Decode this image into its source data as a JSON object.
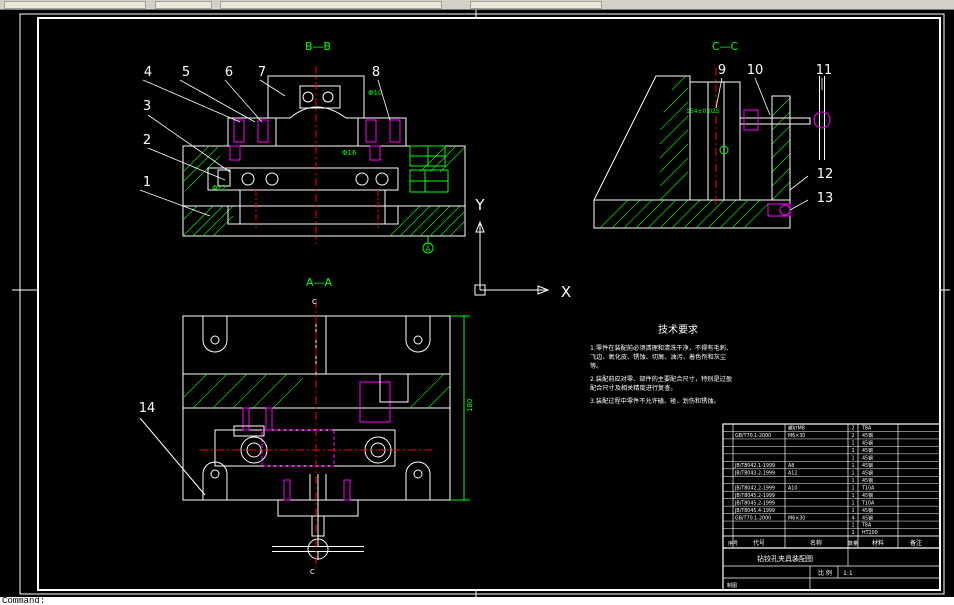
{
  "views": {
    "bb": "B—B",
    "cc": "C—C",
    "aa": "A—A"
  },
  "balloons": {
    "n1": "1",
    "n2": "2",
    "n3": "3",
    "n4": "4",
    "n5": "5",
    "n6": "6",
    "n7": "7",
    "n8": "8",
    "n9": "9",
    "n10": "10",
    "n11": "11",
    "n12": "12",
    "n13": "13",
    "n14": "14"
  },
  "axes": {
    "x": "X",
    "y": "Y"
  },
  "datum": {
    "a": "A"
  },
  "tech": {
    "title": "技术要求",
    "line1": "1.零件在装配前必须清理和清洗干净，不得有毛刺、",
    "line2": "飞边、氧化皮、锈蚀、切屑、油污、着色剂和灰尘",
    "line3": "等。",
    "line4": "2.装配前应对零、部件的主要配合尺寸，特别是过盈",
    "line5": "配合尺寸及相关精度进行复查。",
    "line6": "3.装配过程中零件不允许磕、碰、划伤和锈蚀。"
  },
  "bom": {
    "rows": [
      [
        "",
        "",
        "螺钉M8",
        "2",
        "T8A",
        ""
      ],
      [
        "",
        "GB/T70.1-2000",
        "M6×30",
        "2",
        "45钢",
        ""
      ],
      [
        "",
        "",
        "",
        "1",
        "45钢",
        ""
      ],
      [
        "",
        "",
        "",
        "1",
        "45钢",
        ""
      ],
      [
        "",
        "",
        "",
        "1",
        "45钢",
        ""
      ],
      [
        "",
        "JB/T8042.1-1999",
        "A8",
        "1",
        "45钢",
        ""
      ],
      [
        "",
        "JB/T8043.2-1999",
        "A12",
        "1",
        "45钢",
        ""
      ],
      [
        "",
        "",
        "",
        "1",
        "45钢",
        ""
      ],
      [
        "",
        "JB/T8042.2-1999",
        "A10",
        "1",
        "T10A",
        ""
      ],
      [
        "",
        "JB/T8045.2-1999",
        "",
        "1",
        "45钢",
        ""
      ],
      [
        "",
        "JB/T8045.2-1999",
        "",
        "1",
        "T10A",
        ""
      ],
      [
        "",
        "JB/T8045.4-1999",
        "",
        "1",
        "45钢",
        ""
      ],
      [
        "",
        "GB/T70.1-2000",
        "M6×30",
        "4",
        "45钢",
        ""
      ],
      [
        "",
        "",
        "",
        "1",
        "T8A",
        ""
      ],
      [
        "",
        "",
        "",
        "1",
        "HT200",
        ""
      ]
    ],
    "header": {
      "c1": "序号",
      "c2": "代号",
      "c3": "名称",
      "c4": "数量",
      "c5": "材料",
      "c6": "备注"
    },
    "title": "钻铰孔夹具装配图",
    "scale_label": "比 例",
    "scale_value": "1:1",
    "design_label": "制图"
  },
  "dims": {
    "d1": "Φ12",
    "d2": "Φ10",
    "d3": "Φ16",
    "d4": "154±0.025",
    "d5": "180",
    "d6": "C",
    "d7": "C"
  },
  "cmd": "Command:"
}
